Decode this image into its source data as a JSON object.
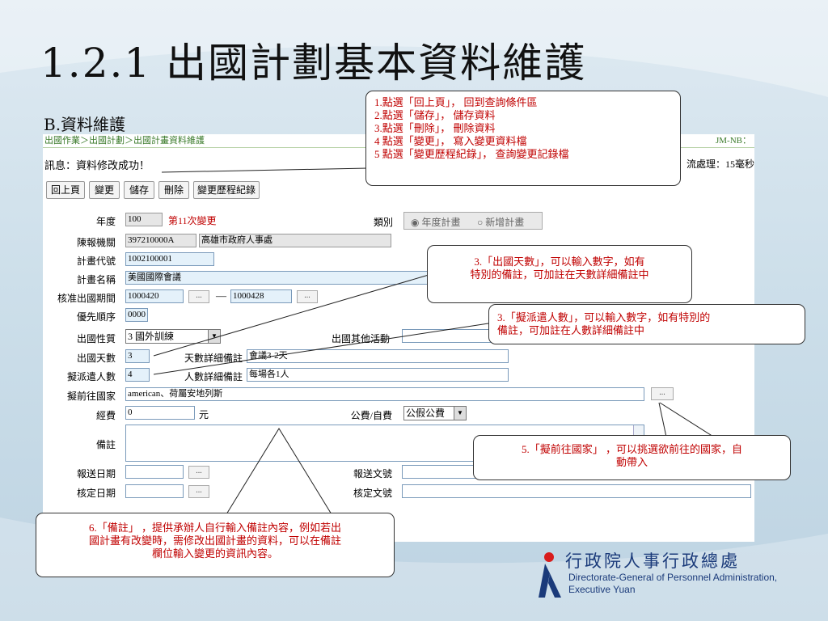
{
  "slide": {
    "title": "1.2.1  出國計劃基本資料維護",
    "subtitle": "B.資料維護"
  },
  "app": {
    "breadcrumb": "出國作業＞出國計劃＞出國計畫資料維護",
    "user": "JM-NB：",
    "message": "訊息：資料修改成功！",
    "timing": "流處理：15毫秒",
    "buttons": [
      "回上頁",
      "變更",
      "儲存",
      "刪除",
      "變更歷程紀錄"
    ],
    "form": {
      "year_label": "年度",
      "year": "100",
      "change_no": "第11次變更",
      "type_label": "類別",
      "type_opt1": "年度計畫",
      "type_opt2": "新增計畫",
      "agency_label": "陳報機關",
      "agency_code": "397210000A",
      "agency_name": "高雄市政府人事處",
      "plan_code_label": "計畫代號",
      "plan_code": "1002100001",
      "plan_name_label": "計畫名稱",
      "plan_name": "美國國際會議",
      "period_label": "核准出國期間",
      "period_start": "1000420",
      "period_sep": "—",
      "period_end": "1000428",
      "priority_label": "優先順序",
      "priority": "0000",
      "nature_label": "出國性質",
      "nature": "3 國外訓練",
      "other_label": "出國其他活動",
      "days_label": "出國天數",
      "days": "3",
      "days_note_label": "天數詳細備註",
      "days_note": "會議3-2天",
      "people_label": "擬派遣人數",
      "people": "4",
      "people_note_label": "人數詳細備註",
      "people_note": "每場各1人",
      "country_label": "擬前往國家",
      "country": "american、荷屬安地列斯",
      "fee_label": "經費",
      "fee": "0",
      "fee_unit": "元",
      "fund_label": "公費/自費",
      "fund": "公假公費",
      "remark_label": "備註",
      "report_date_label": "報送日期",
      "report_no_label": "報送文號",
      "approve_date_label": "核定日期",
      "approve_no_label": "核定文號",
      "dots": "..."
    }
  },
  "callouts": {
    "top": [
      "1.點選「回上頁」， 回到查詢條件區",
      "2.點選「儲存」， 儲存資料",
      "3.點選「刪除」， 刪除資料",
      "4 點選「變更」， 寫入變更資料檔",
      "5 點選「變更歷程紀錄」， 查詢變更記錄檔"
    ],
    "days": [
      "3.「出國天數」，可以輸入數字，如有",
      "特別的備註，可加註在天數詳細備註中"
    ],
    "people": [
      "3.「擬派遣人數」，可以輸入數字，如有特別的",
      "備註，可加註在人數詳細備註中"
    ],
    "country": [
      "5.「擬前往國家」 ，可以挑選欲前往的國家，自",
      "動帶入"
    ],
    "remark": [
      "6.「備註」 ，提供承辦人自行輸入備註內容，例如若出",
      "國計畫有改變時，需修改出國計畫的資料，可以在備註",
      "欄位輸入變更的資訊內容。"
    ]
  },
  "logo": {
    "zh": "行政院人事行政總處",
    "en1": "Directorate-General of Personnel Administration,",
    "en2": "Executive Yuan"
  },
  "colors": {
    "accent": "#c00000",
    "brand": "#1a3a7a"
  }
}
